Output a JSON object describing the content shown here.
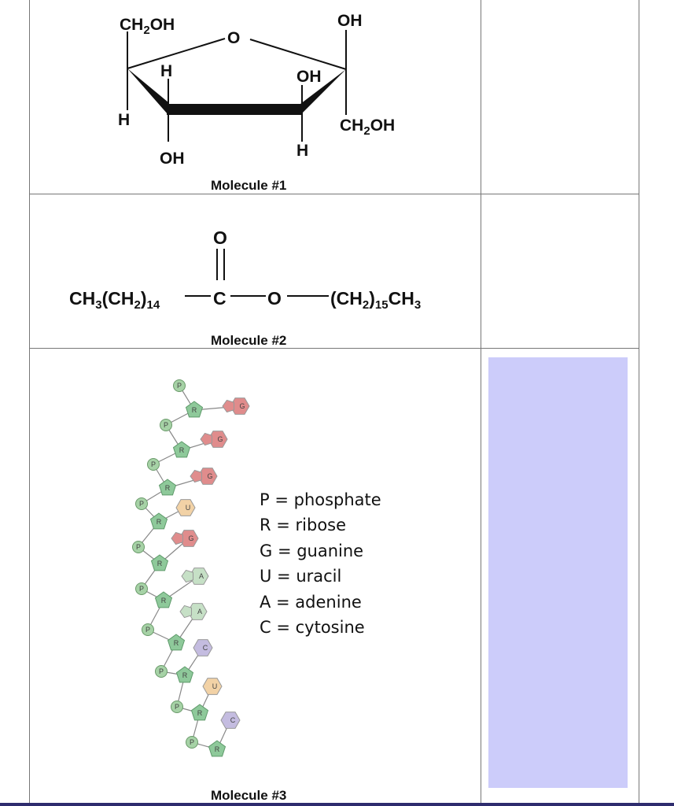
{
  "molecule1": {
    "caption": "Molecule #1",
    "labels": {
      "ch2oh_left": "CH2OH",
      "ring_o": "O",
      "oh_top_right": "OH",
      "h_upper": "H",
      "oh_inner": "OH",
      "h_left": "H",
      "ch2oh_right": "CH2OH",
      "oh_bottom": "OH",
      "h_bottom": "H"
    }
  },
  "molecule2": {
    "caption": "Molecule #2",
    "carbonyl_o": "O",
    "left_group": "CH3(CH2)14",
    "carbon": "C",
    "ester_o": "O",
    "right_group": "(CH2)15CH3"
  },
  "molecule3": {
    "caption": "Molecule #3",
    "legend": [
      "P = phosphate",
      "R = ribose",
      "G = guanine",
      "U = uracil",
      "A = adenine",
      "C = cytosine"
    ],
    "sugar_label": "R",
    "phosphate_label": "P",
    "bases": [
      "G",
      "G",
      "G",
      "U",
      "G",
      "A",
      "A",
      "C",
      "U",
      "C"
    ]
  },
  "colors": {
    "grid_line": "#777777",
    "answer_box": "#ccccfa",
    "phosphate": "#a6d2a6",
    "ribose": "#8ec99a",
    "G": "#e08c8c",
    "U": "#f2d2a6",
    "A": "#c6e0c6",
    "C": "#c4bce0",
    "bottom_bar": "#2e2c6e"
  }
}
